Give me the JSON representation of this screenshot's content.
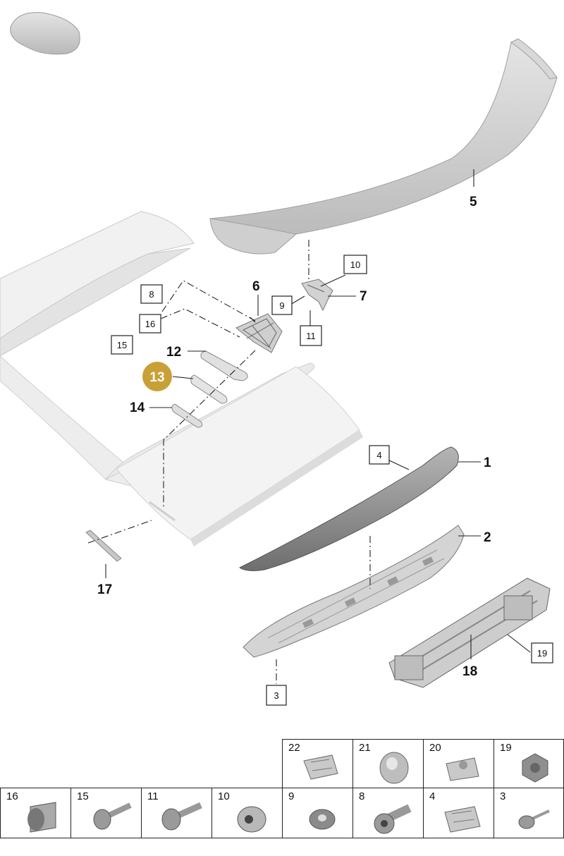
{
  "callouts": {
    "c1": "1",
    "c2": "2",
    "c5": "5",
    "c6": "6",
    "c7": "7",
    "c12": "12",
    "c13": "13",
    "c14": "14",
    "c17": "17",
    "c18": "18"
  },
  "boxed_callouts": {
    "b3": "3",
    "b4": "4",
    "b8": "8",
    "b9": "9",
    "b10": "10",
    "b11": "11",
    "b15": "15",
    "b16": "16",
    "b19": "19"
  },
  "highlight_color": "#c9a037",
  "legend": {
    "top_row": [
      "22",
      "21",
      "20",
      "19"
    ],
    "bottom_row": [
      "16",
      "15",
      "11",
      "10",
      "9",
      "8",
      "4",
      "3"
    ]
  }
}
